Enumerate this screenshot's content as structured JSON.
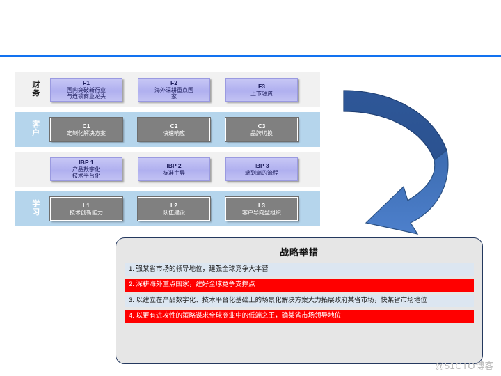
{
  "header": {
    "title": ""
  },
  "matrix": {
    "rows": [
      {
        "label": "财\n务",
        "label_style": "dark",
        "band": "gray",
        "card_style": "periwinkle",
        "cards": [
          {
            "code": "F1",
            "desc": "国内突破新行业\n与连锁商业龙头"
          },
          {
            "code": "F2",
            "desc": "海外深耕重点国\n家"
          },
          {
            "code": "F3",
            "desc": "上市融资"
          }
        ]
      },
      {
        "label": "客\n户",
        "label_style": "light",
        "band": "blue",
        "card_style": "gray",
        "cards": [
          {
            "code": "C1",
            "desc": "定制化解决方案"
          },
          {
            "code": "C2",
            "desc": "快速响应"
          },
          {
            "code": "C3",
            "desc": "品牌切换"
          }
        ]
      },
      {
        "label": "",
        "label_style": "dark",
        "band": "gray",
        "card_style": "periwinkle",
        "cards": [
          {
            "code": "IBP 1",
            "desc": "产品数字化\n技术平台化"
          },
          {
            "code": "IBP 2",
            "desc": "标准主导"
          },
          {
            "code": "IBP 3",
            "desc": "端到端的流程"
          }
        ]
      },
      {
        "label": "学\n习",
        "label_style": "light",
        "band": "blue",
        "card_style": "gray",
        "cards": [
          {
            "code": "L1",
            "desc": "技术创新能力"
          },
          {
            "code": "L2",
            "desc": "队伍建设"
          },
          {
            "code": "L3",
            "desc": "客户导向型组织"
          }
        ]
      }
    ]
  },
  "arrow": {
    "name": "clockwise-cycle-arrow",
    "color_dark": "#2c5596",
    "color_light": "#4a7ec8"
  },
  "strategy": {
    "title": "战略举措",
    "items": [
      {
        "text": "1. 强某省市场的领导地位，建强全球竞争大本营",
        "style": "normal"
      },
      {
        "text": "2. 深耕海外重点国家，建好全球竞争支撑点",
        "style": "highlight"
      },
      {
        "text": "3. 以建立在产品数字化、技术平台化基础上的场景化解决方案大力拓展政府某省市场，快某省市场地位",
        "style": "normal"
      },
      {
        "text": "4. 以更有进攻性的策略谋求全球商业中的低端之王，确某省市场领导地位",
        "style": "highlight"
      }
    ]
  },
  "watermark": {
    "text": "@51CTO博客"
  },
  "colors": {
    "header_rule": "#1272f0",
    "band_blue": "#b5d5ec",
    "band_gray": "#f1f1f1",
    "card_gray": "#808080",
    "card_periwinkle": "#b0b0ef",
    "panel_border": "#24385e",
    "panel_bg": "#e6e6e6",
    "item_normal": "#dce6f1",
    "item_highlight": "#ff0000"
  }
}
